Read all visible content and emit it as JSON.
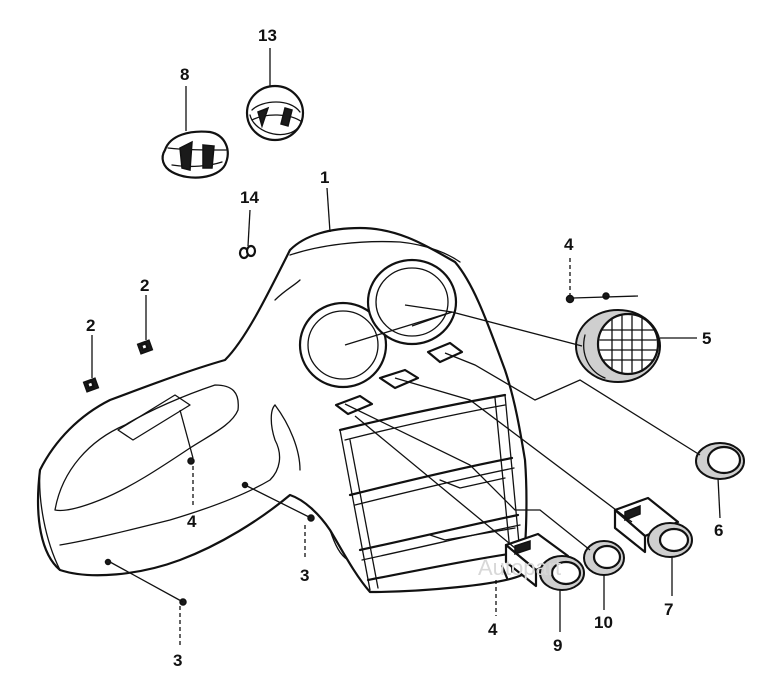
{
  "diagram": {
    "callouts": {
      "n1": "1",
      "n2a": "2",
      "n2b": "2",
      "n3a": "3",
      "n3b": "3",
      "n4a": "4",
      "n4b": "4",
      "n4c": "4",
      "n5": "5",
      "n6": "6",
      "n7": "7",
      "n8": "8",
      "n9": "9",
      "n10": "10",
      "n13": "13",
      "n14": "14"
    },
    "watermark": "Autopart"
  }
}
